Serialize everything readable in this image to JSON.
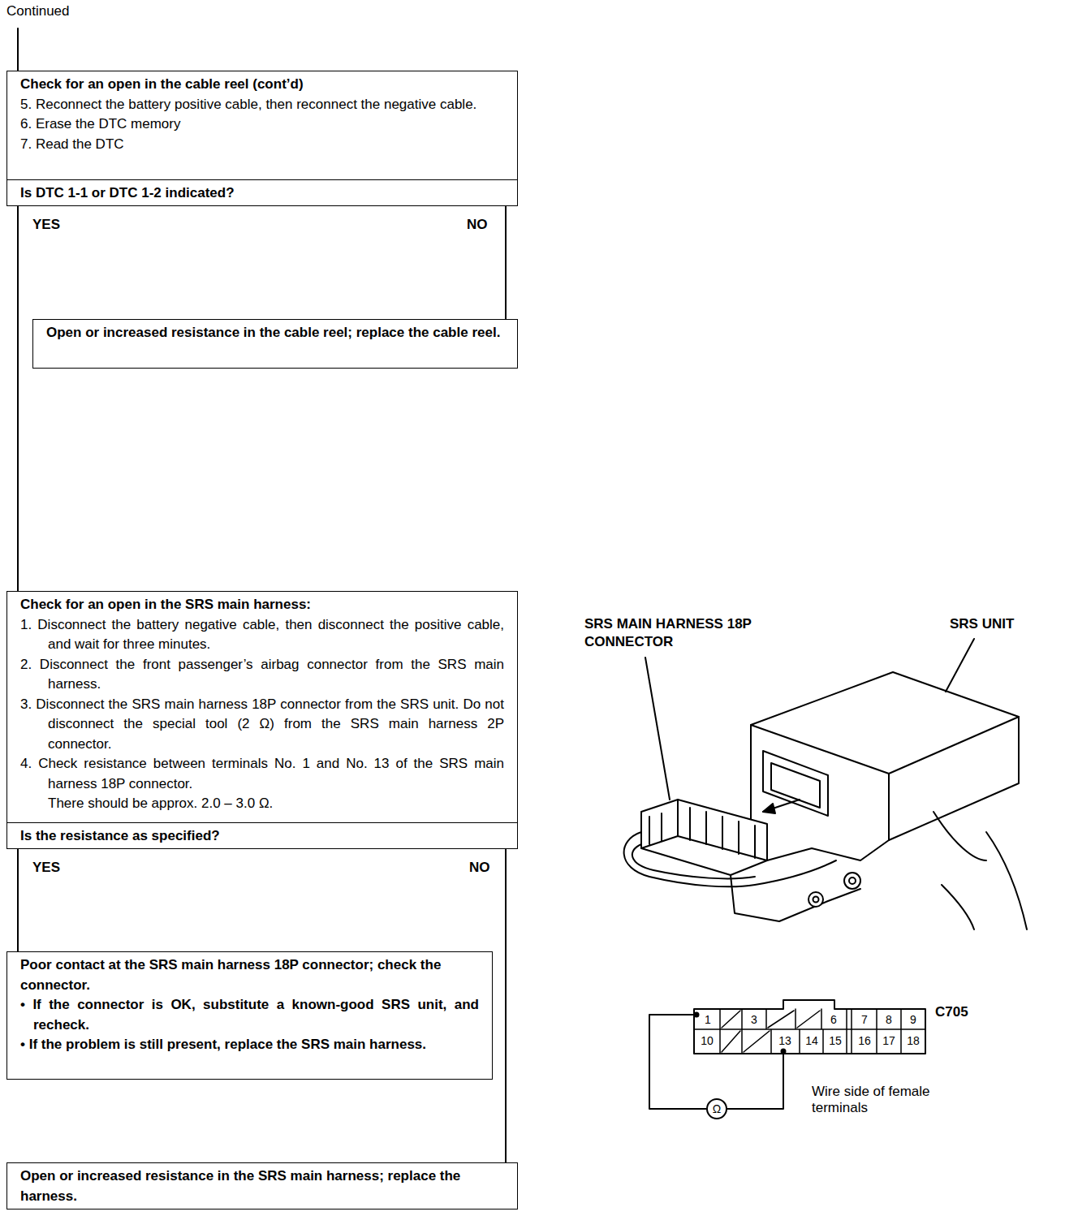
{
  "diagram": {
    "nodes": [
      {
        "text": [
          "Check for an open in the cable reel (cont’d)",
          "5. Reconnect the battery positive cable, then reconnect the negative cable.",
          "6. Erase the DTC memory",
          "7. Read the DTC"
        ]
      },
      {
        "text": [
          "Is DTC 1-1 or DTC 1-2 indicated?"
        ]
      },
      {
        "text": [
          "Open or increased resistance in the cable reel; replace the cable reel."
        ]
      },
      {
        "text": [
          "Check for an open in the SRS main harness:",
          "1. Disconnect the battery negative cable, then disconnect the positive cable, and wait for three minutes.",
          "2. Disconnect the front passenger’s airbag connector from the SRS main harness.",
          "3. Disconnect the SRS main harness 18P connector from the SRS unit. Do not disconnect the special tool (2 Ω) from the SRS main harness 2P connector.",
          "4. Check resistance between terminals No. 1 and No. 13 of the SRS main harness 18P connector.",
          "There should be approx. 2.0 – 3.0 Ω."
        ]
      },
      {
        "text": [
          "Is the resistance as specified?"
        ]
      },
      {
        "text": [
          "Poor contact at the SRS main harness 18P connector; check the connector.",
          "• If the connector is OK, substitute a known-good SRS unit, and recheck.",
          "• If the problem is still present, replace the SRS main harness."
        ]
      },
      {
        "text": [
          "Open or increased resistance in the SRS main harness; replace the harness."
        ]
      }
    ],
    "edges": [
      {
        "from": 1,
        "to": 3,
        "label": "YES",
        "arrow": "none"
      },
      {
        "from": 1,
        "to": 2,
        "label": "NO",
        "arrow": "none"
      },
      {
        "from": 4,
        "to": 5,
        "label": "YES",
        "arrow": "none"
      },
      {
        "from": 4,
        "to": 6,
        "label": "NO",
        "arrow": "none"
      }
    ],
    "labels": [
      "Continued",
      "SRS MAIN HARNESS 18P CONNECTOR",
      "SRS UNIT",
      "1",
      "3",
      "6",
      "7",
      "8",
      "9",
      "10",
      "13",
      "14",
      "15",
      "16",
      "17",
      "18",
      "C705",
      "Ω",
      "Wire side of female terminals"
    ]
  }
}
